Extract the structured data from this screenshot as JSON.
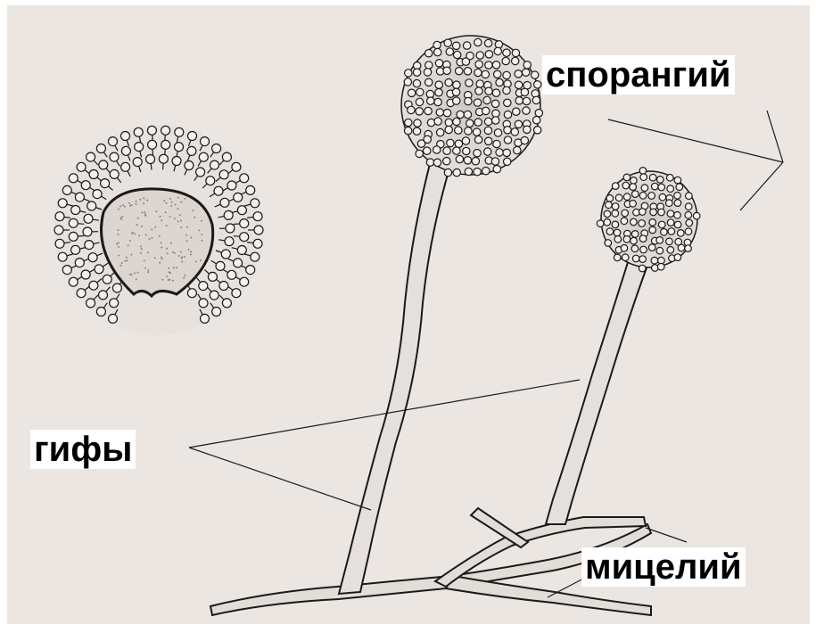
{
  "labels": {
    "sporangium": "спорангий",
    "hyphae": "гифы",
    "mycelium": "мицелий"
  },
  "colors": {
    "paper": "#ece6e2",
    "ink": "#1a1a1a",
    "label_bg": "#ffffff"
  }
}
